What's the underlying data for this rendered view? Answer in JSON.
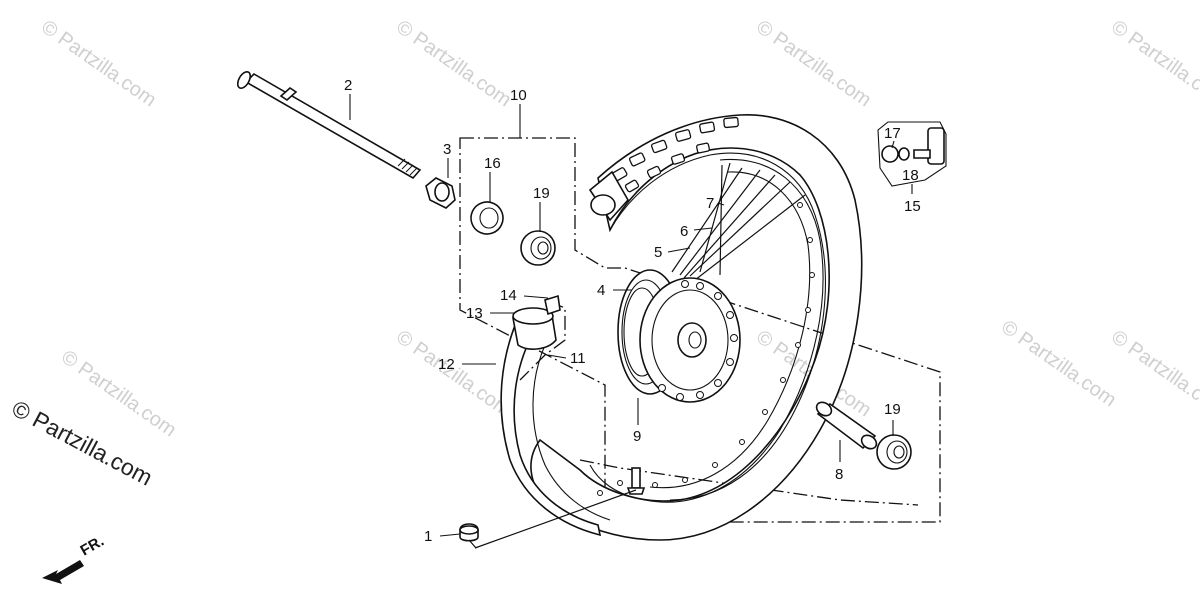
{
  "watermark": {
    "text": "© Partzilla.com",
    "repeat_count": 9
  },
  "side_watermark": "© Partzilla.com",
  "direction_label": "FR.",
  "callouts": {
    "c1": "1",
    "c2": "2",
    "c3": "3",
    "c4": "4",
    "c5": "5",
    "c6": "6",
    "c7": "7",
    "c8": "8",
    "c9": "9",
    "c10": "10",
    "c11": "11",
    "c12": "12",
    "c13": "13",
    "c14": "14",
    "c15": "15",
    "c16": "16",
    "c17": "17",
    "c18": "18",
    "c19a": "19",
    "c19b": "19"
  }
}
